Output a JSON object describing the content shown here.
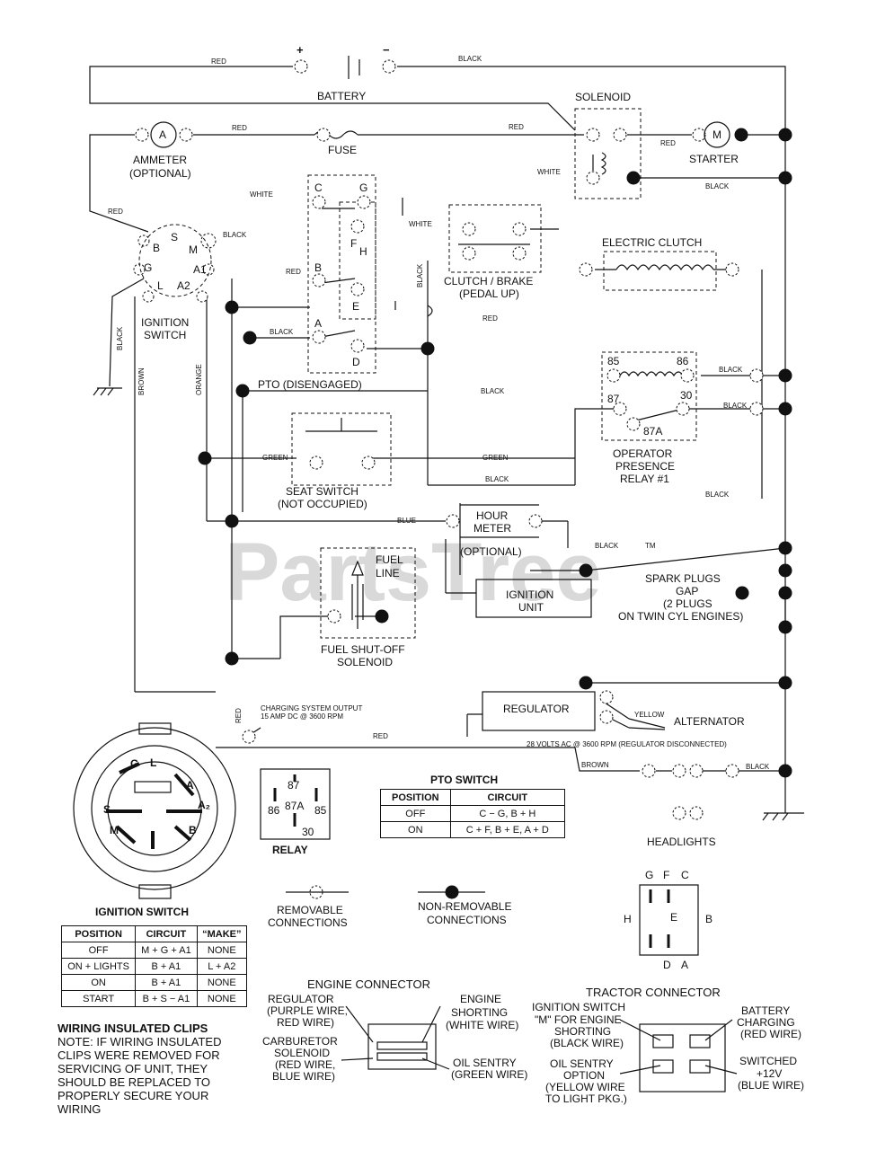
{
  "battery": {
    "plus": "+",
    "minus": "−",
    "label": "BATTERY",
    "red": "RED",
    "black": "BLACK"
  },
  "solenoid": {
    "label": "SOLENOID",
    "red": "RED",
    "white": "WHITE",
    "red2": "RED"
  },
  "starter": {
    "label": "STARTER",
    "m": "M",
    "black": "BLACK"
  },
  "ammeter": {
    "a": "A",
    "label1": "AMMETER",
    "label2": "(OPTIONAL)",
    "red": "RED"
  },
  "fuse": {
    "label": "FUSE"
  },
  "ignition_switch": {
    "label1": "IGNITION",
    "label2": "SWITCH",
    "red": "RED",
    "black": "BLACK",
    "black2": "BLACK",
    "brown": "BROWN",
    "orange": "ORANGE",
    "terminals": {
      "b": "B",
      "s": "S",
      "m": "M",
      "g": "G",
      "a1": "A1",
      "l": "L",
      "a2": "A2"
    }
  },
  "pto": {
    "c": "C",
    "g": "G",
    "f": "F",
    "h": "H",
    "b": "B",
    "e": "E",
    "a": "A",
    "d": "D",
    "white": "WHITE",
    "red": "RED",
    "black": "BLACK",
    "label": "PTO (DISENGAGED)"
  },
  "clutch_brake": {
    "white": "WHITE",
    "black": "BLACK",
    "label1": "CLUTCH / BRAKE",
    "label2": "(PEDAL UP)",
    "red": "RED"
  },
  "electric_clutch": {
    "label": "ELECTRIC CLUTCH"
  },
  "relay1": {
    "t85": "85",
    "t86": "86",
    "t87": "87",
    "t30": "30",
    "t87a": "87A",
    "label1": "OPERATOR",
    "label2": "PRESENCE",
    "label3": "RELAY #1",
    "black1": "BLACK",
    "black2": "BLACK",
    "black3": "BLACK",
    "black4": "BLACK",
    "green": "GREEN",
    "black5": "BLACK"
  },
  "seat_switch": {
    "green": "GREEN",
    "label1": "SEAT SWITCH",
    "label2": "(NOT OCCUPIED)"
  },
  "hour_meter": {
    "blue": "BLUE",
    "label1": "HOUR",
    "label2": "METER",
    "label3": "(OPTIONAL)"
  },
  "fuel": {
    "label1": "FUEL",
    "label2": "LINE",
    "sol1": "FUEL SHUT-OFF",
    "sol2": "SOLENOID"
  },
  "ignition_unit": {
    "label1": "IGNITION",
    "label2": "UNIT",
    "black": "BLACK"
  },
  "spark_plugs": {
    "l1": "SPARK PLUGS",
    "l2": "GAP",
    "l3": "(2 PLUGS",
    "l4": "ON TWIN CYL  ENGINES)"
  },
  "watermark": {
    "text": "PartsTree",
    "tm": "TM"
  },
  "regulator": {
    "label": "REGULATOR",
    "yellow": "YELLOW",
    "alternator": "ALTERNATOR",
    "volts": "28 VOLTS AC @ 3600 RPM (REGULATOR DISCONNECTED)",
    "brown": "BROWN",
    "black": "BLACK"
  },
  "charging": {
    "l1": "CHARGING SYSTEM OUTPUT",
    "l2": "15 AMP DC @ 3600 RPM",
    "red": "RED",
    "red2": "RED"
  },
  "headlights": {
    "label": "HEADLIGHTS"
  },
  "switch_face": {
    "g": "G",
    "l": "L",
    "a1": "A",
    "a2": "A₂",
    "s": "S",
    "m": "M",
    "b": "B",
    "label": "IGNITION SWITCH"
  },
  "relay_diagram": {
    "t87": "87",
    "t87a": "87A",
    "t86": "86",
    "t85": "85",
    "t30": "30",
    "label": "RELAY"
  },
  "pto_switch": {
    "title": "PTO SWITCH",
    "headers": [
      "POSITION",
      "CIRCUIT"
    ],
    "rows": [
      [
        "OFF",
        "C − G, B + H"
      ],
      [
        "ON",
        "C + F, B + E, A + D"
      ]
    ]
  },
  "ignition_table": {
    "headers": [
      "POSITION",
      "CIRCUIT",
      "“MAKE”"
    ],
    "rows": [
      [
        "OFF",
        "M + G + A1",
        "NONE"
      ],
      [
        "ON + LIGHTS",
        "B + A1",
        "L + A2"
      ],
      [
        "ON",
        "B + A1",
        "NONE"
      ],
      [
        "START",
        "B + S − A1",
        "NONE"
      ]
    ]
  },
  "legend": {
    "removable1": "REMOVABLE",
    "removable2": "CONNECTIONS",
    "nonremovable1": "NON-REMOVABLE",
    "nonremovable2": "CONNECTIONS"
  },
  "pto_pins": {
    "g": "G",
    "f": "F",
    "c": "C",
    "h": "H",
    "e": "E",
    "b": "B",
    "d": "D",
    "a": "A"
  },
  "note": {
    "title": "WIRING INSULATED CLIPS",
    "lines": [
      "NOTE: IF WIRING INSULATED",
      "CLIPS WERE REMOVED FOR",
      "SERVICING OF UNIT, THEY",
      "SHOULD BE REPLACED TO",
      "PROPERLY SECURE YOUR",
      "WIRING"
    ]
  },
  "engine_connector": {
    "title": "ENGINE CONNECTOR",
    "reg1": "REGULATOR",
    "reg2": "(PURPLE WIRE,",
    "reg3": "RED WIRE)",
    "carb1": "CARBURETOR",
    "carb2": "SOLENOID",
    "carb3": "(RED WIRE,",
    "carb4": "BLUE WIRE)",
    "eng1": "ENGINE",
    "eng2": "SHORTING",
    "eng3": "(WHITE WIRE)",
    "oil1": "OIL SENTRY",
    "oil2": "(GREEN WIRE)"
  },
  "tractor_connector": {
    "title": "TRACTOR CONNECTOR",
    "ign1": "IGNITION SWITCH",
    "ign2": "\"M\" FOR ENGINE",
    "ign3": "SHORTING",
    "ign4": "(BLACK WIRE)",
    "bat1": "BATTERY",
    "bat2": "CHARGING",
    "bat3": "(RED WIRE)",
    "oil1": "OIL SENTRY",
    "oil2": "OPTION",
    "oil3": "(YELLOW WIRE",
    "oil4": "TO LIGHT PKG.)",
    "sw1": "SWITCHED",
    "sw2": "+12V",
    "sw3": "(BLUE WIRE)"
  }
}
